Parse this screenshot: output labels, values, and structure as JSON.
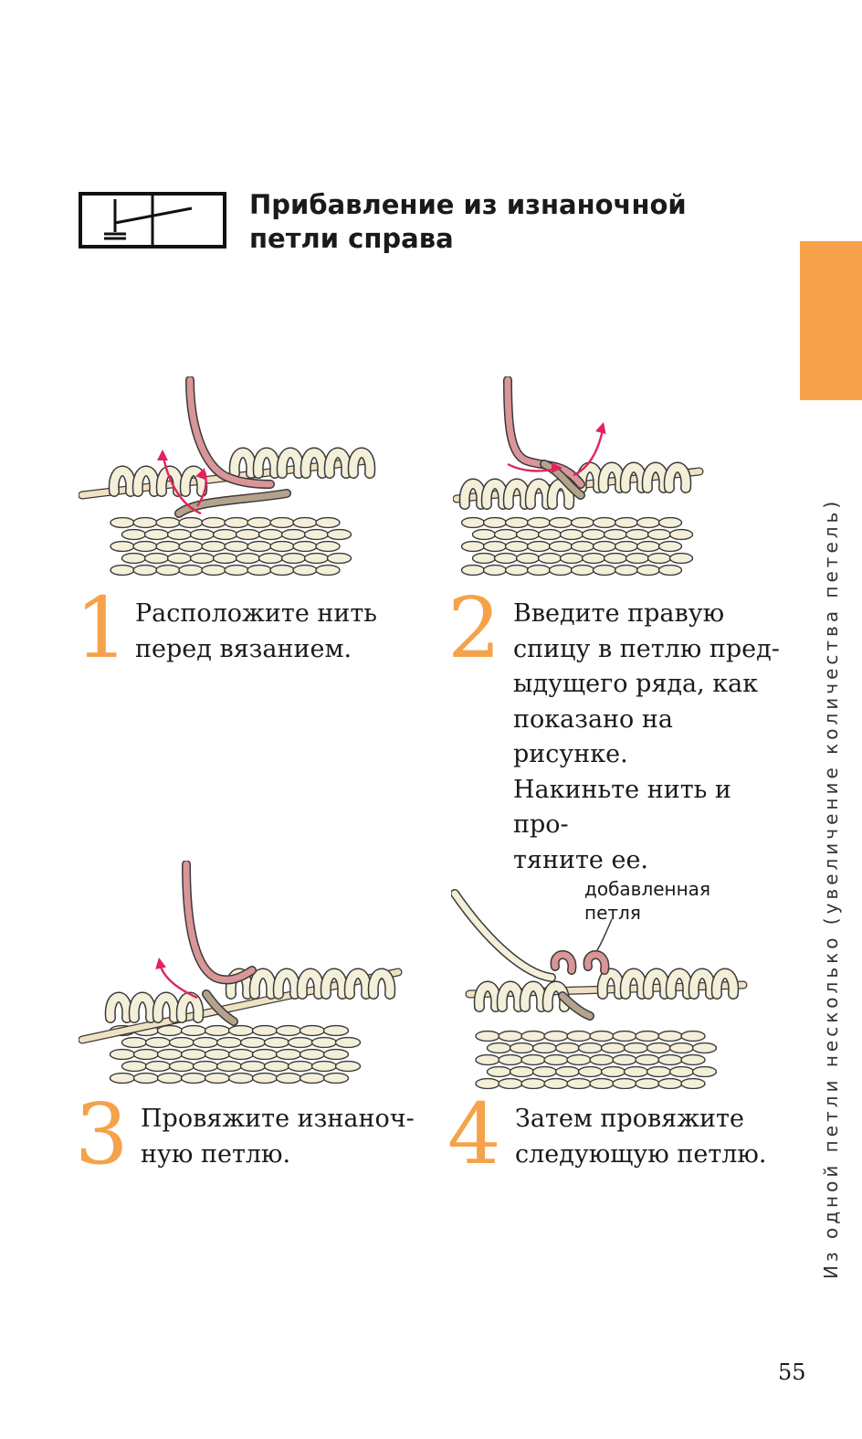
{
  "header": {
    "title": "Прибавление из изнаночной петли справа",
    "symbol_icon": "knit-chart-increase-symbol-icon"
  },
  "side_tab": {
    "color": "#f7a14a",
    "caption": "Из одной петли несколько (увеличение количества петель)"
  },
  "steps": [
    {
      "number": "1",
      "text": "Расположите нить\nперед вязанием."
    },
    {
      "number": "2",
      "text": "Введите правую\nспицу в петлю пред-\nыдущего ряда, как\nпоказано на рисунке.\nНакиньте нить и про-\nтяните ее."
    },
    {
      "number": "3",
      "text": "Провяжите изнаноч-\nную петлю."
    },
    {
      "number": "4",
      "text": "Затем провяжите\nследующую петлю."
    }
  ],
  "callout": {
    "text": "добавленная\nпетля"
  },
  "colors": {
    "accent": "#f5a24a",
    "yarn": "#f3efd9",
    "yarn_outline": "#3a3a3a",
    "working_yarn": "#d99598",
    "old_yarn": "#b4a28c",
    "needle": "#efe1c2",
    "arrow": "#e0245e"
  },
  "page": {
    "number": "55"
  }
}
